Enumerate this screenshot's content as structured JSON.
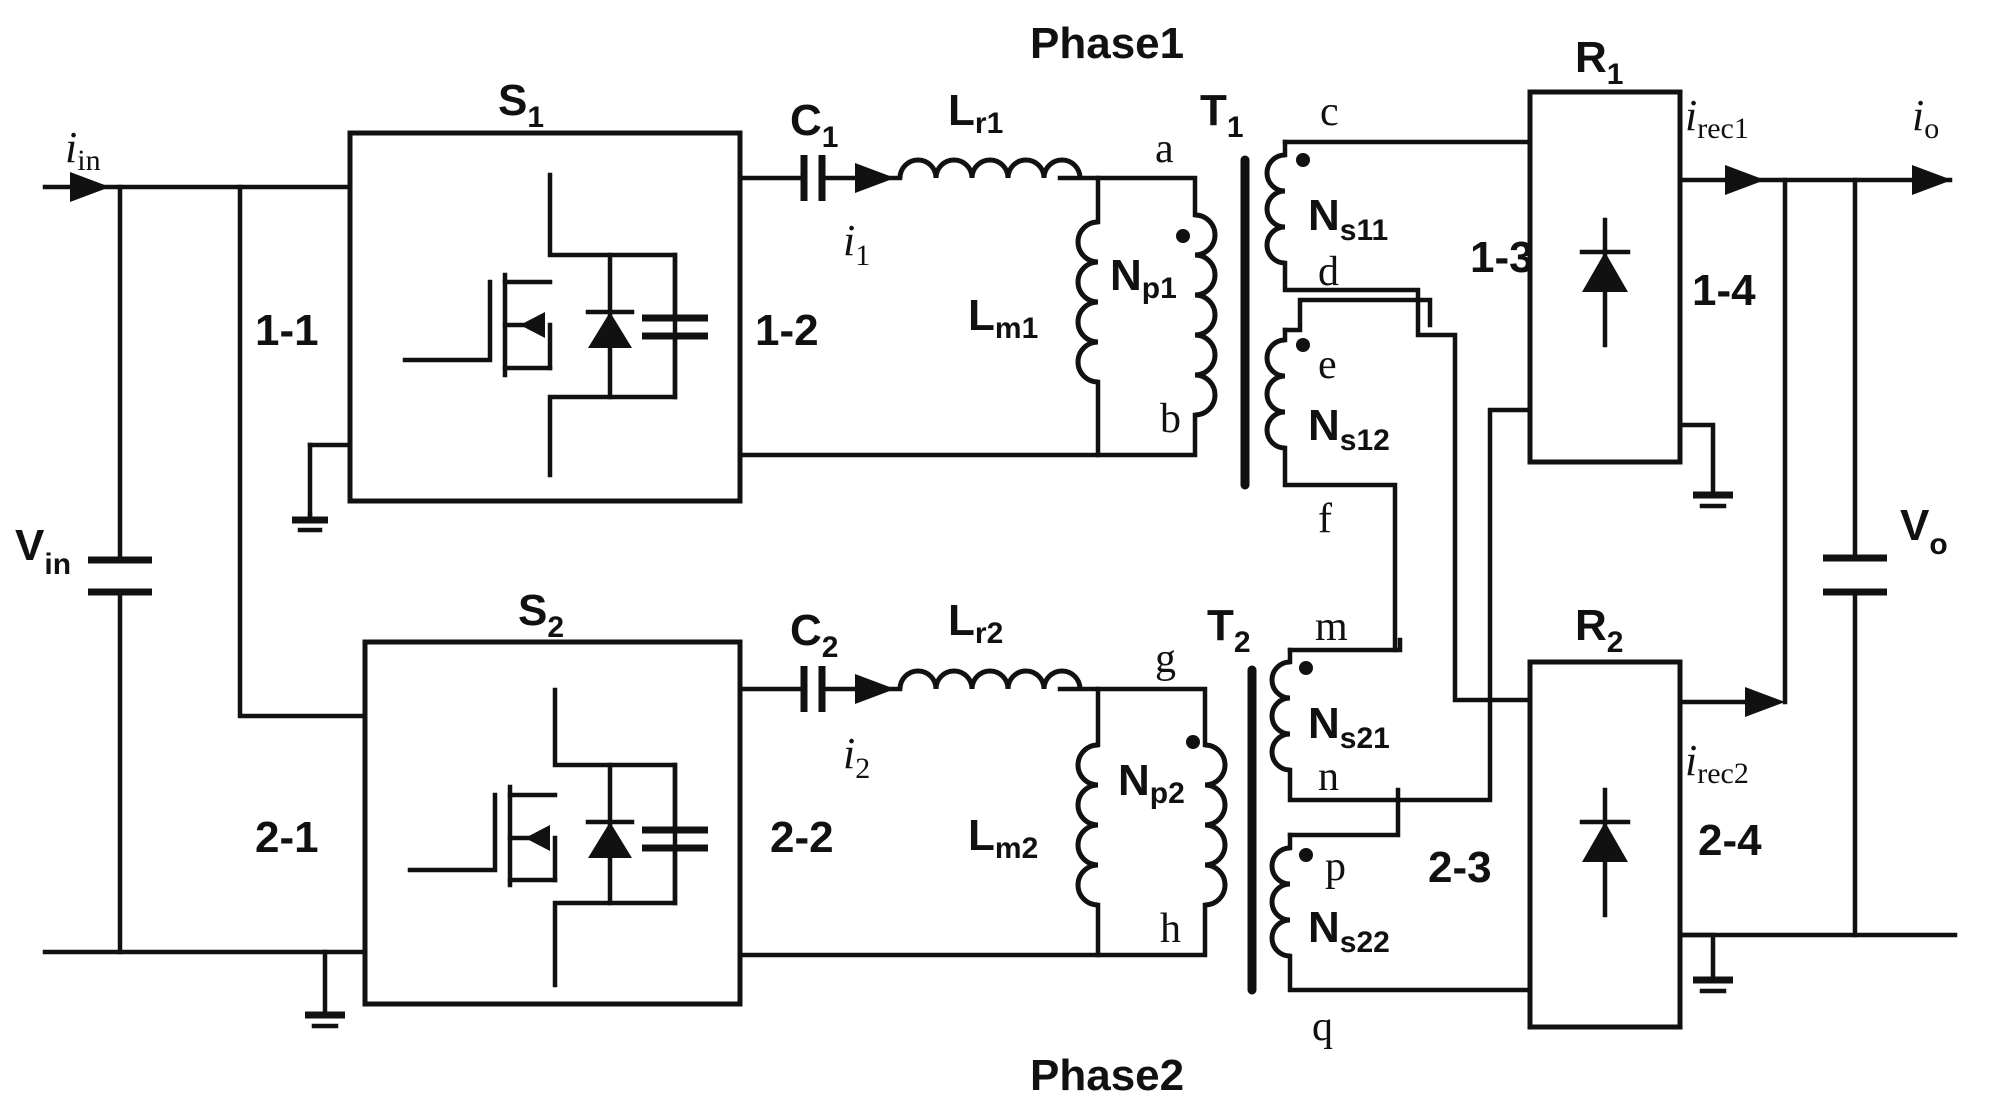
{
  "phases": {
    "top": "Phase1",
    "bottom": "Phase2"
  },
  "input": {
    "current": "i",
    "current_sub": "in",
    "voltage": "V",
    "voltage_sub": "in"
  },
  "output": {
    "current": "i",
    "current_sub": "o",
    "voltage": "V",
    "voltage_sub": "o"
  },
  "phase1": {
    "switch": "S",
    "switch_sub": "1",
    "cap": "C",
    "cap_sub": "1",
    "current": "i",
    "current_sub": "1",
    "lr": "L",
    "lr_sub": "r1",
    "lm": "L",
    "lm_sub": "m1",
    "np": "N",
    "np_sub": "p1",
    "xfmr": "T",
    "xfmr_sub": "1",
    "ns_a": "N",
    "ns_a_sub": "s11",
    "ns_b": "N",
    "ns_b_sub": "s12",
    "rect": "R",
    "rect_sub": "1",
    "rect_current": "i",
    "rect_current_sub": "rec1",
    "nodes": {
      "a": "a",
      "b": "b",
      "c": "c",
      "d": "d",
      "e": "e",
      "f": "f"
    },
    "ports": {
      "p1": "1-1",
      "p2": "1-2",
      "p3": "1-3",
      "p4": "1-4"
    }
  },
  "phase2": {
    "switch": "S",
    "switch_sub": "2",
    "cap": "C",
    "cap_sub": "2",
    "current": "i",
    "current_sub": "2",
    "lr": "L",
    "lr_sub": "r2",
    "lm": "L",
    "lm_sub": "m2",
    "np": "N",
    "np_sub": "p2",
    "xfmr": "T",
    "xfmr_sub": "2",
    "ns_a": "N",
    "ns_a_sub": "s21",
    "ns_b": "N",
    "ns_b_sub": "s22",
    "rect": "R",
    "rect_sub": "2",
    "rect_current": "i",
    "rect_current_sub": "rec2",
    "nodes": {
      "g": "g",
      "h": "h",
      "m": "m",
      "n": "n",
      "p": "p",
      "q": "q"
    },
    "ports": {
      "p1": "2-1",
      "p2": "2-2",
      "p3": "2-3",
      "p4": "2-4"
    }
  }
}
